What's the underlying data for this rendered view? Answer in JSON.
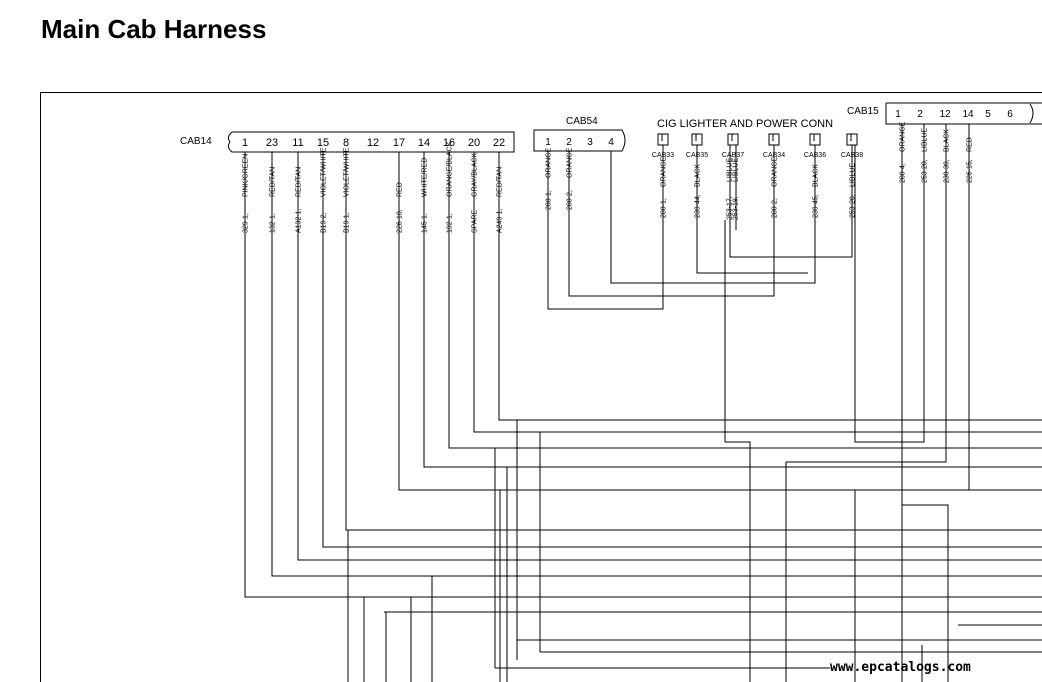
{
  "title": "Main Cab Harness",
  "watermark": "www.epcatalogs.com",
  "conn_title": "CIG LIGHTER AND POWER CONN",
  "cab14": {
    "name": "CAB14",
    "pins": [
      "1",
      "23",
      "11",
      "15",
      "8",
      "12",
      "17",
      "14",
      "16",
      "20",
      "22"
    ],
    "wires": [
      {
        "id": "329-1,",
        "color": "PINK/GREEN"
      },
      {
        "id": "132-1,",
        "color": "RED/TAN"
      },
      {
        "id": "A132-1,",
        "color": "RED/TAN"
      },
      {
        "id": "B19-2,",
        "color": "VIOLET/WHITE"
      },
      {
        "id": "B19-1,",
        "color": "VIOLET/WHITE"
      },
      {
        "id": "",
        "color": ""
      },
      {
        "id": "226-10,",
        "color": "RED"
      },
      {
        "id": "145-1,",
        "color": "WHITE/RED"
      },
      {
        "id": "192-1,",
        "color": "ORANGE/BLACK"
      },
      {
        "id": "SPARE",
        "color": "GRAY/BLACK"
      },
      {
        "id": "A249-1,",
        "color": "RED/TAN"
      }
    ]
  },
  "cab54": {
    "name": "CAB54",
    "pins": [
      "1",
      "2",
      "3",
      "4"
    ],
    "wires": [
      {
        "id": "280-1,",
        "color": "ORANGE"
      },
      {
        "id": "280-2,",
        "color": "ORANGE"
      }
    ]
  },
  "small_conns": [
    {
      "name": "CAB33",
      "id": "280-1,",
      "color": "ORANGE"
    },
    {
      "name": "CAB35",
      "id": "239-44,",
      "color": "BLACK"
    },
    {
      "name": "CAB37",
      "id": "253-17,",
      "id2": "253-19,",
      "color": "LIBLUE",
      "color2": "LIBLUE"
    },
    {
      "name": "CAB34",
      "id": "280-2,",
      "color": "ORANGE"
    },
    {
      "name": "CAB36",
      "id": "239-45,",
      "color": "BLACK"
    },
    {
      "name": "CAB38",
      "id": "253-20,",
      "color": "LIBLUE"
    }
  ],
  "cab15": {
    "name": "CAB15",
    "pins": [
      "1",
      "2",
      "12",
      "14",
      "5",
      "6"
    ],
    "wires": [
      {
        "id": "280-4,",
        "color": "ORANGE"
      },
      {
        "id": "253-20,",
        "color": "LIBLUE"
      },
      {
        "id": "239-39,",
        "color": "BLACK"
      },
      {
        "id": "226-15,",
        "color": "RED"
      }
    ]
  }
}
